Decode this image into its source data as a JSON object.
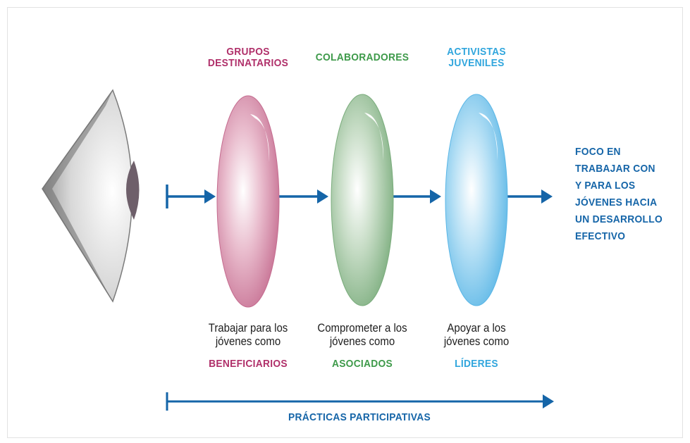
{
  "lenses": [
    {
      "header": "GRUPOS\nDESTINATARIOS",
      "description": "Trabajar para los\njóvenes como",
      "role": "BENEFICIARIOS",
      "color": "#b0306a",
      "lens_color": "#d58aa5"
    },
    {
      "header": "COLABORADORES",
      "description": "Comprometer a los\njóvenes como",
      "role": "ASOCIADOS",
      "color": "#3e9a4a",
      "lens_color": "#98c29a"
    },
    {
      "header": "ACTIVISTAS\nJUVENILES",
      "description": "Apoyar a los\njóvenes como",
      "role": "LÍDERES",
      "color": "#31a6dd",
      "lens_color": "#7fcbef"
    }
  ],
  "focus_text": "FOCO EN\nTRABAJAR CON\nY PARA LOS\nJÓVENES HACIA\nUN DESARROLLO\nEFECTIVO",
  "bottom_label": "PRÁCTICAS PARTICIPATIVAS",
  "colors": {
    "arrow": "#1565a8",
    "eye": "#8d8d8d",
    "pupil": "#6e5f6a"
  }
}
